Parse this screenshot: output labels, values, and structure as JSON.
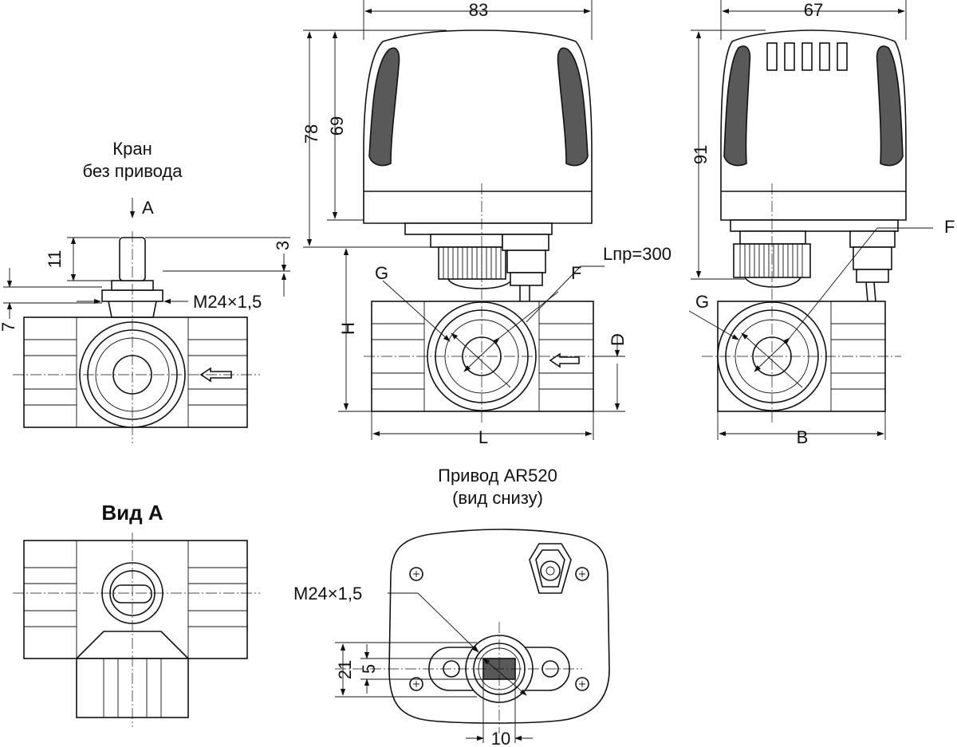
{
  "valve_view": {
    "title_line1": "Кран",
    "title_line2": "без привода",
    "arrow_label": "A",
    "dim_stem": "11",
    "dim_top": "3",
    "dim_flange": "7",
    "thread_label": "M24×1,5"
  },
  "front_view": {
    "dim_width": "83",
    "dim_height_total": "78",
    "dim_height_cover": "69",
    "cable_label": "Lпр=300",
    "label_g": "G",
    "label_f": "F",
    "label_h": "H",
    "label_d": "D",
    "label_l": "L"
  },
  "side_view": {
    "dim_width": "67",
    "dim_height": "91",
    "label_g": "G",
    "label_f": "F",
    "label_b": "B"
  },
  "view_a": {
    "title": "Вид A"
  },
  "actuator_bottom": {
    "title_line1": "Привод AR520",
    "title_line2": "(вид снизу)",
    "thread_label": "M24×1,5",
    "dim_21": "21",
    "dim_5": "5",
    "dim_10": "10"
  }
}
